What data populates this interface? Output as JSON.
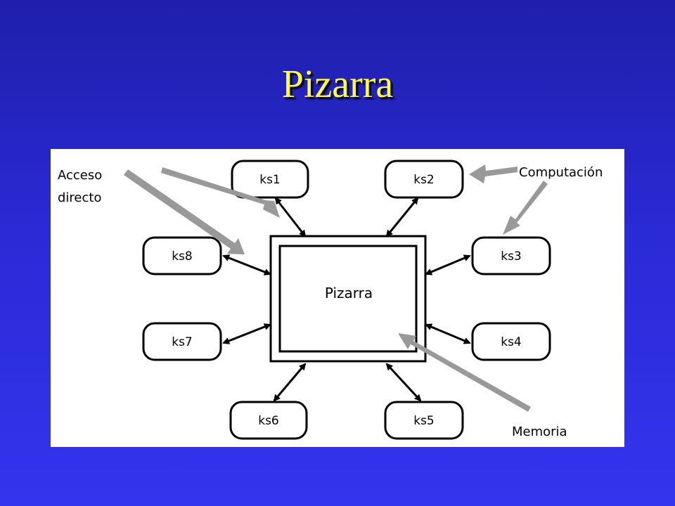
{
  "title": "Pizarra",
  "diagram": {
    "core_label": "Pizarra",
    "sources": [
      "ks1",
      "ks2",
      "ks3",
      "ks4",
      "ks5",
      "ks6",
      "ks7",
      "ks8"
    ],
    "callouts": {
      "access_line1": "Acceso",
      "access_line2": "directo",
      "computation": "Computación",
      "memory": "Memoria"
    }
  },
  "colors": {
    "title": "#ffff33",
    "background": "#2a2ad6",
    "arrow_gray": "#999999"
  }
}
